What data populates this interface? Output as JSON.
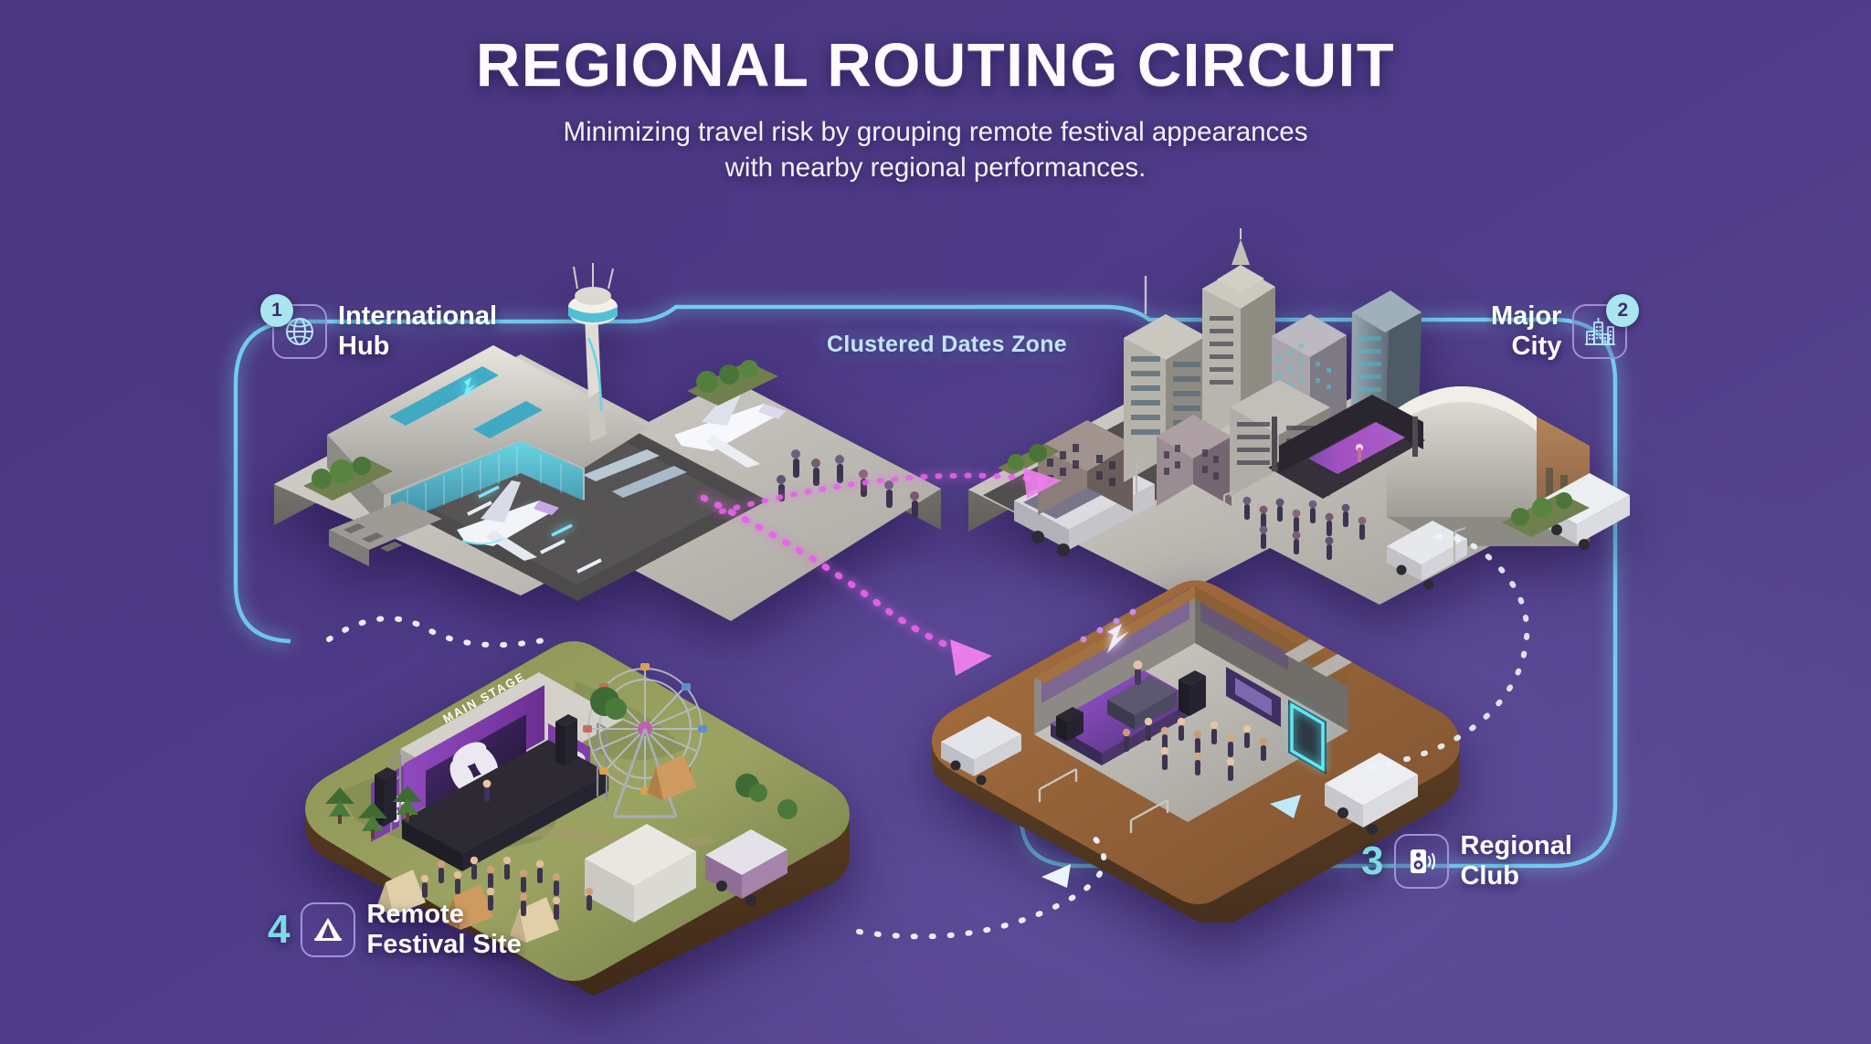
{
  "header": {
    "title": "REGIONAL ROUTING CIRCUIT",
    "subtitle_line1": "Minimizing travel risk by grouping remote festival appearances",
    "subtitle_line2": "with nearby regional performances."
  },
  "zone": {
    "label": "Clustered Dates Zone"
  },
  "callouts": [
    {
      "id": "international-hub",
      "number": "1",
      "badge_position": "left",
      "icon": "globe-icon",
      "label": "International\nHub"
    },
    {
      "id": "major-city",
      "number": "2",
      "badge_position": "right",
      "icon": "city-buildings-icon",
      "label": "Major\nCity"
    },
    {
      "id": "regional-club",
      "number": "3",
      "badge_position": "inline",
      "icon": "speaker-icon",
      "label": "Regional\nClub"
    },
    {
      "id": "remote-festival-site",
      "number": "4",
      "badge_position": "inline",
      "icon": "tent-icon",
      "label": "Remote\nFestival Site"
    }
  ],
  "scene": {
    "islands": [
      {
        "id": "airport-island",
        "name": "International Hub",
        "features": [
          "control-tower",
          "terminal-building",
          "runway",
          "two-airplanes",
          "jet-bridges",
          "travellers",
          "trees"
        ]
      },
      {
        "id": "city-island",
        "name": "Major City",
        "features": [
          "skyscrapers",
          "arena",
          "outdoor-stage",
          "tour-bus",
          "crowd",
          "box-truck",
          "van",
          "street"
        ]
      },
      {
        "id": "club-island",
        "name": "Regional Club",
        "features": [
          "cutaway-club-venue",
          "dj-stage",
          "neon-doorway",
          "crowd",
          "cargo-van",
          "box-truck",
          "barriers"
        ]
      },
      {
        "id": "festival-island",
        "name": "Remote Festival Site",
        "features": [
          "main-stage",
          "ferris-wheel",
          "tents",
          "crowd",
          "truck",
          "trees",
          "grass-hills"
        ]
      }
    ],
    "stage_banner_text": "MAIN STAGE",
    "connectors": [
      {
        "id": "hub-to-city-magenta",
        "from": "international-hub",
        "to": "major-city",
        "style": "magenta-dotted-arrow"
      },
      {
        "id": "hub-to-club-magenta",
        "from": "international-hub",
        "to": "regional-club",
        "style": "magenta-dotted-arrow"
      },
      {
        "id": "city-to-club-dotted",
        "from": "major-city",
        "to": "regional-club",
        "style": "white-dotted"
      },
      {
        "id": "club-to-festival-dotted",
        "from": "regional-club",
        "to": "remote-festival-site",
        "style": "white-dotted-arrow"
      },
      {
        "id": "festival-to-hub-dotted",
        "from": "remote-festival-site",
        "to": "international-hub",
        "style": "white-dotted"
      }
    ]
  },
  "colors": {
    "background_purple": "#4b3882",
    "background_purple_light": "#5a4a92",
    "accent_cyan": "#7fd9e4",
    "badge_cyan": "#a9e6ee",
    "zone_label_blue": "#c5e3fb",
    "magenta": "#e04fe0",
    "glow_blue": "#78d7f5",
    "text_white": "#ffffff"
  }
}
